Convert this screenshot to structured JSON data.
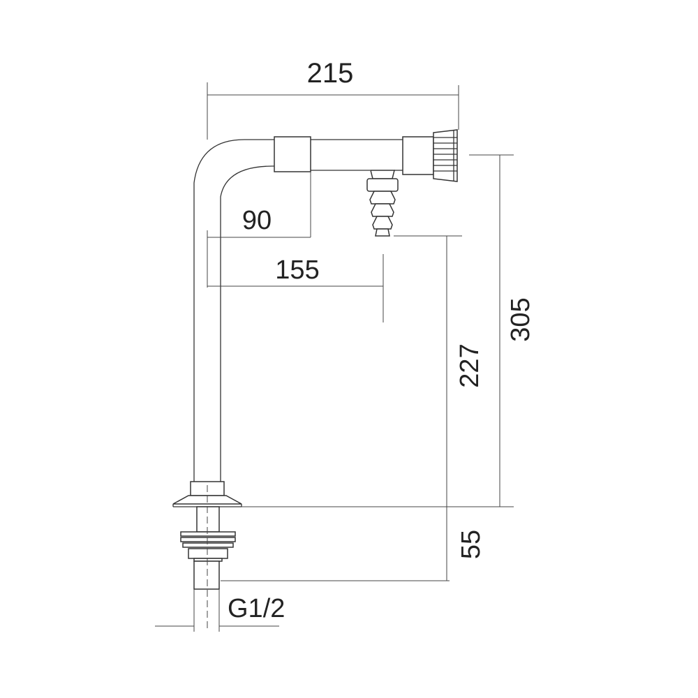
{
  "dimensions": {
    "overall_width": "215",
    "outlet_reach": "155",
    "collar_offset": "90",
    "total_height": "305",
    "outlet_height": "227",
    "shank_length": "55",
    "thread": "G1/2"
  },
  "colors": {
    "line": "#333333",
    "background": "#ffffff"
  }
}
